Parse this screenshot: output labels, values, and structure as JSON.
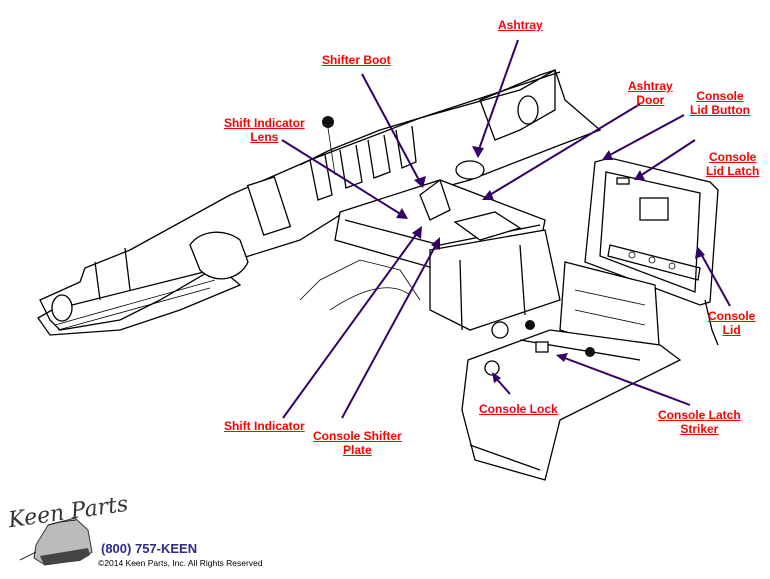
{
  "diagram": {
    "subject": "Corvette console assembly exploded view",
    "labels": [
      {
        "id": "ashtray",
        "text": "Ashtray"
      },
      {
        "id": "shifter-boot",
        "text": "Shifter Boot"
      },
      {
        "id": "ashtray-door",
        "text": "Ashtray\nDoor"
      },
      {
        "id": "console-lid-button",
        "text": "Console\nLid Button"
      },
      {
        "id": "console-lid-latch",
        "text": "Console\nLid Latch"
      },
      {
        "id": "shift-indicator-lens",
        "text": "Shift Indicator\nLens"
      },
      {
        "id": "console-lid",
        "text": "Console\nLid"
      },
      {
        "id": "shift-indicator",
        "text": "Shift Indicator"
      },
      {
        "id": "console-shifter-plate",
        "text": "Console Shifter\nPlate"
      },
      {
        "id": "console-lock",
        "text": "Console Lock"
      },
      {
        "id": "console-latch-striker",
        "text": "Console Latch\nStriker"
      }
    ]
  },
  "footer": {
    "logo": "Keen Parts",
    "phone": "(800) 757-KEEN",
    "copyright": "©2014 Keen Parts, Inc. All Rights Reserved"
  },
  "colors": {
    "label": "#ff0000",
    "leader": "#330066",
    "phone": "#2b2b8c"
  }
}
